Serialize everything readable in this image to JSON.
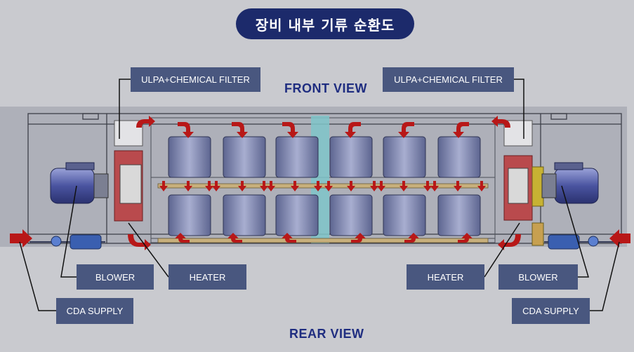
{
  "title": "장비 내부 기류 순환도",
  "views": {
    "front": "FRONT VIEW",
    "rear": "REAR VIEW"
  },
  "labels": {
    "ulpa_left": "ULPA+CHEMICAL FILTER",
    "ulpa_right": "ULPA+CHEMICAL FILTER",
    "blower_left": "BLOWER",
    "heater_left": "HEATER",
    "heater_right": "HEATER",
    "blower_right": "BLOWER",
    "cda_left": "CDA SUPPLY",
    "cda_right": "CDA SUPPLY"
  },
  "colors": {
    "pill": "#1c2a6b",
    "label_box": "#49577f",
    "view_text": "#1f2d80",
    "arrow": "#b81818",
    "background": "#c9cacf"
  }
}
